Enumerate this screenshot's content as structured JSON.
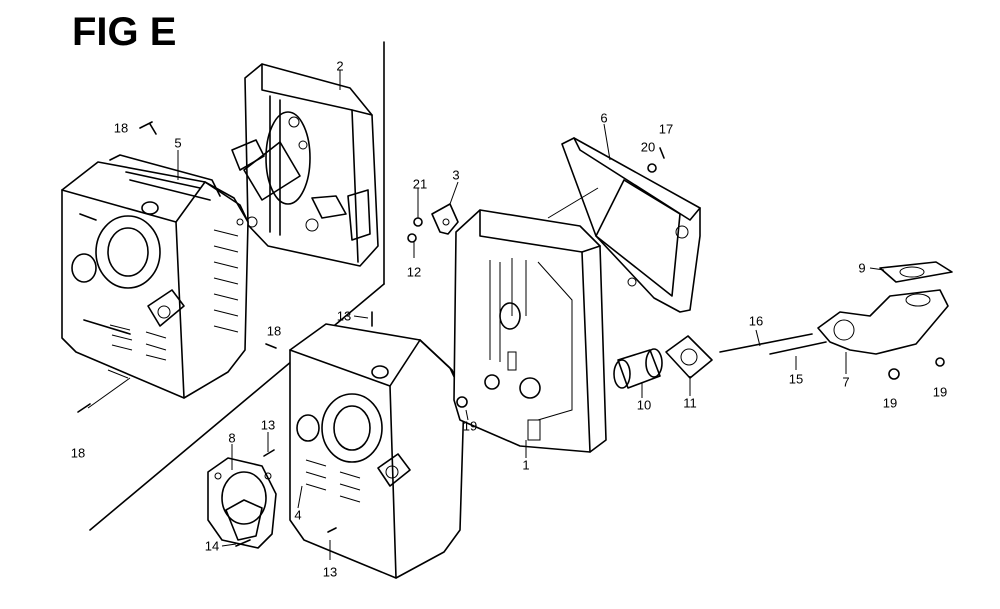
{
  "figure": {
    "title": "FIG E"
  },
  "callouts": [
    "18",
    "5",
    "2",
    "18",
    "18",
    "13",
    "8",
    "13",
    "4",
    "14",
    "13",
    "21",
    "3",
    "12",
    "19",
    "1",
    "6",
    "20",
    "17",
    "10",
    "11",
    "16",
    "15",
    "9",
    "7",
    "19",
    "19"
  ]
}
